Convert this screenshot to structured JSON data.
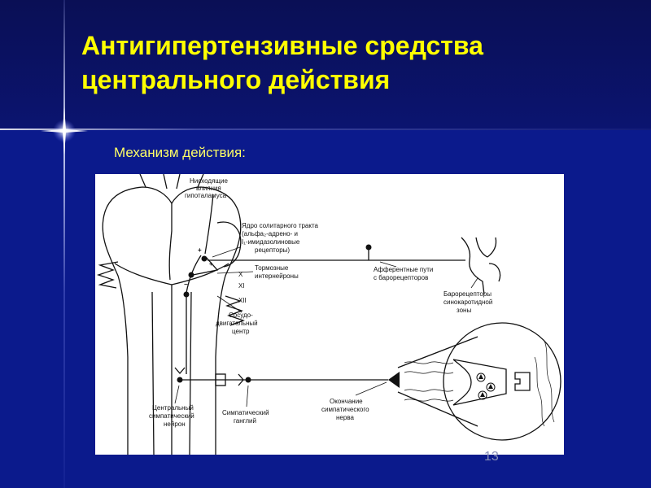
{
  "slide": {
    "title_line1": "Антигипертензивные средства",
    "title_line2": "центрального действия",
    "subtitle": "Механизм действия:",
    "page_number": "13"
  },
  "figure": {
    "labels": {
      "descending_line1": "Нисходящие",
      "descending_line2": "влияния",
      "descending_line3": "гипоталамуса",
      "solitary_line1": "Ядро солитарного тракта",
      "solitary_line2": "(альфа₂-адрено- и",
      "solitary_line3": "I₁-имидазолиновые",
      "solitary_line4": "рецепторы)",
      "inhibitory_line1": "Тормозные",
      "inhibitory_line2": "интернейроны",
      "afferent_line1": "Афферентные пути",
      "afferent_line2": "с барорецепторов",
      "baro_line1": "Барорецепторы",
      "baro_line2": "синокаротидной",
      "baro_line3": "зоны",
      "vasomotor_line1": "Сосудо-",
      "vasomotor_line2": "двигательный",
      "vasomotor_line3": "центр",
      "nerve_x": "X",
      "nerve_xi": "XI",
      "nerve_xii": "XII",
      "plus": "+",
      "minus": "−",
      "central_line1": "Центральный",
      "central_line2": "симпатический",
      "central_line3": "нейрон",
      "ganglion_line1": "Симпатический",
      "ganglion_line2": "ганглий",
      "ending_line1": "Окончание",
      "ending_line2": "симпатического",
      "ending_line3": "нерва"
    }
  }
}
